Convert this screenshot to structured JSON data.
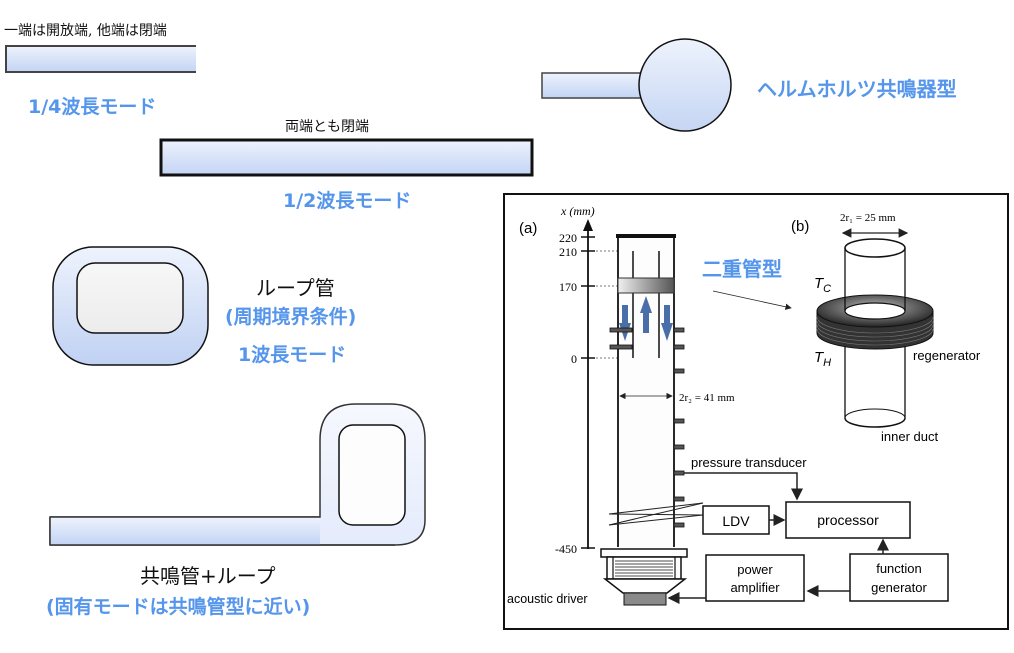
{
  "colors": {
    "accent_blue": "#5596ec",
    "tube_fill_top": "#eef3fd",
    "tube_fill_bottom": "#c3d4f4",
    "arrow_blue": "#4a6fa8",
    "outline": "#111111"
  },
  "quarter_wave": {
    "caption": "一端は開放端, 他端は閉端",
    "mode_label": "1/4波長モード"
  },
  "helmholtz": {
    "label": "ヘルムホルツ共鳴器型"
  },
  "half_wave": {
    "caption": "両端とも閉端",
    "mode_label": "1/2波長モード"
  },
  "loop_tube": {
    "title": "ループ管",
    "subtitle": "(周期境界条件)",
    "mode_label": "1波長モード"
  },
  "resonator_loop": {
    "title": "共鳴管+ループ",
    "subtitle": "(固有モードは共鳴管型に近い)"
  },
  "double_tube": {
    "label": "二重管型"
  },
  "experiment": {
    "panel_a": {
      "label": "(a)",
      "axis_label": "x (mm)",
      "ticks": [
        "220",
        "210",
        "170",
        "0",
        "-450"
      ],
      "diameter_label": "2r₂ = 41 mm"
    },
    "panel_b": {
      "label": "(b)",
      "diameter_label": "2r₁ = 25 mm",
      "tc_label": "T",
      "tc_sub": "C",
      "th_label": "T",
      "th_sub": "H",
      "regenerator_label": "regenerator",
      "inner_duct_label": "inner duct"
    },
    "blocks": {
      "pressure_transducer": "pressure transducer",
      "ldv": "LDV",
      "processor": "processor",
      "power_amplifier_line1": "power",
      "power_amplifier_line2": "amplifier",
      "function_generator_line1": "function",
      "function_generator_line2": "generator",
      "acoustic_driver": "acoustic driver"
    }
  }
}
